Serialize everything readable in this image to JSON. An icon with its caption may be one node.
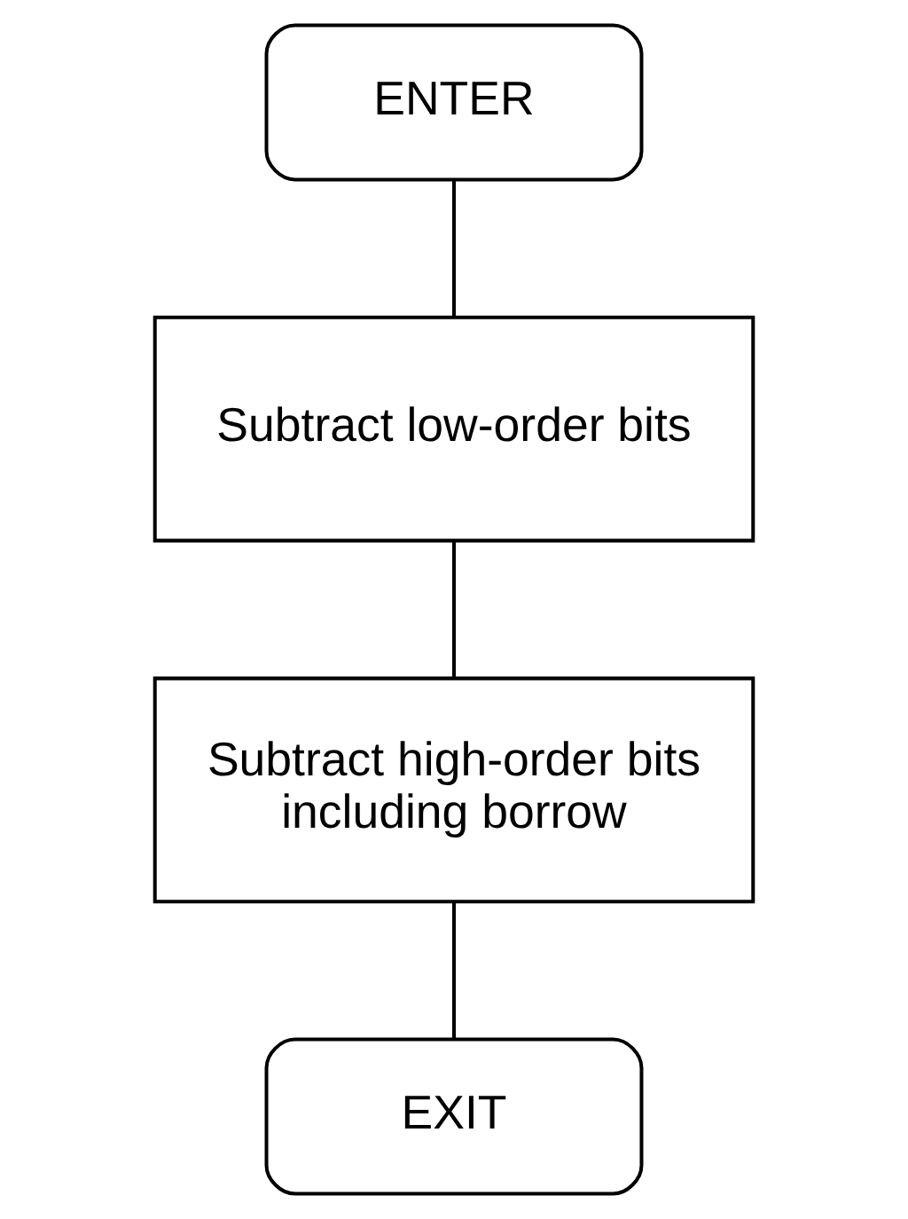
{
  "diagram": {
    "nodes": [
      {
        "text": [
          "ENTER"
        ]
      },
      {
        "text": [
          "Subtract low-order bits"
        ]
      },
      {
        "text": [
          "Subtract high-order bits including borrow"
        ]
      },
      {
        "text": [
          "EXIT"
        ]
      }
    ],
    "edges": [
      {
        "from": 0,
        "to": 1,
        "arrow": "none"
      },
      {
        "from": 1,
        "to": 2,
        "arrow": "none"
      },
      {
        "from": 2,
        "to": 3,
        "arrow": "none"
      }
    ]
  }
}
